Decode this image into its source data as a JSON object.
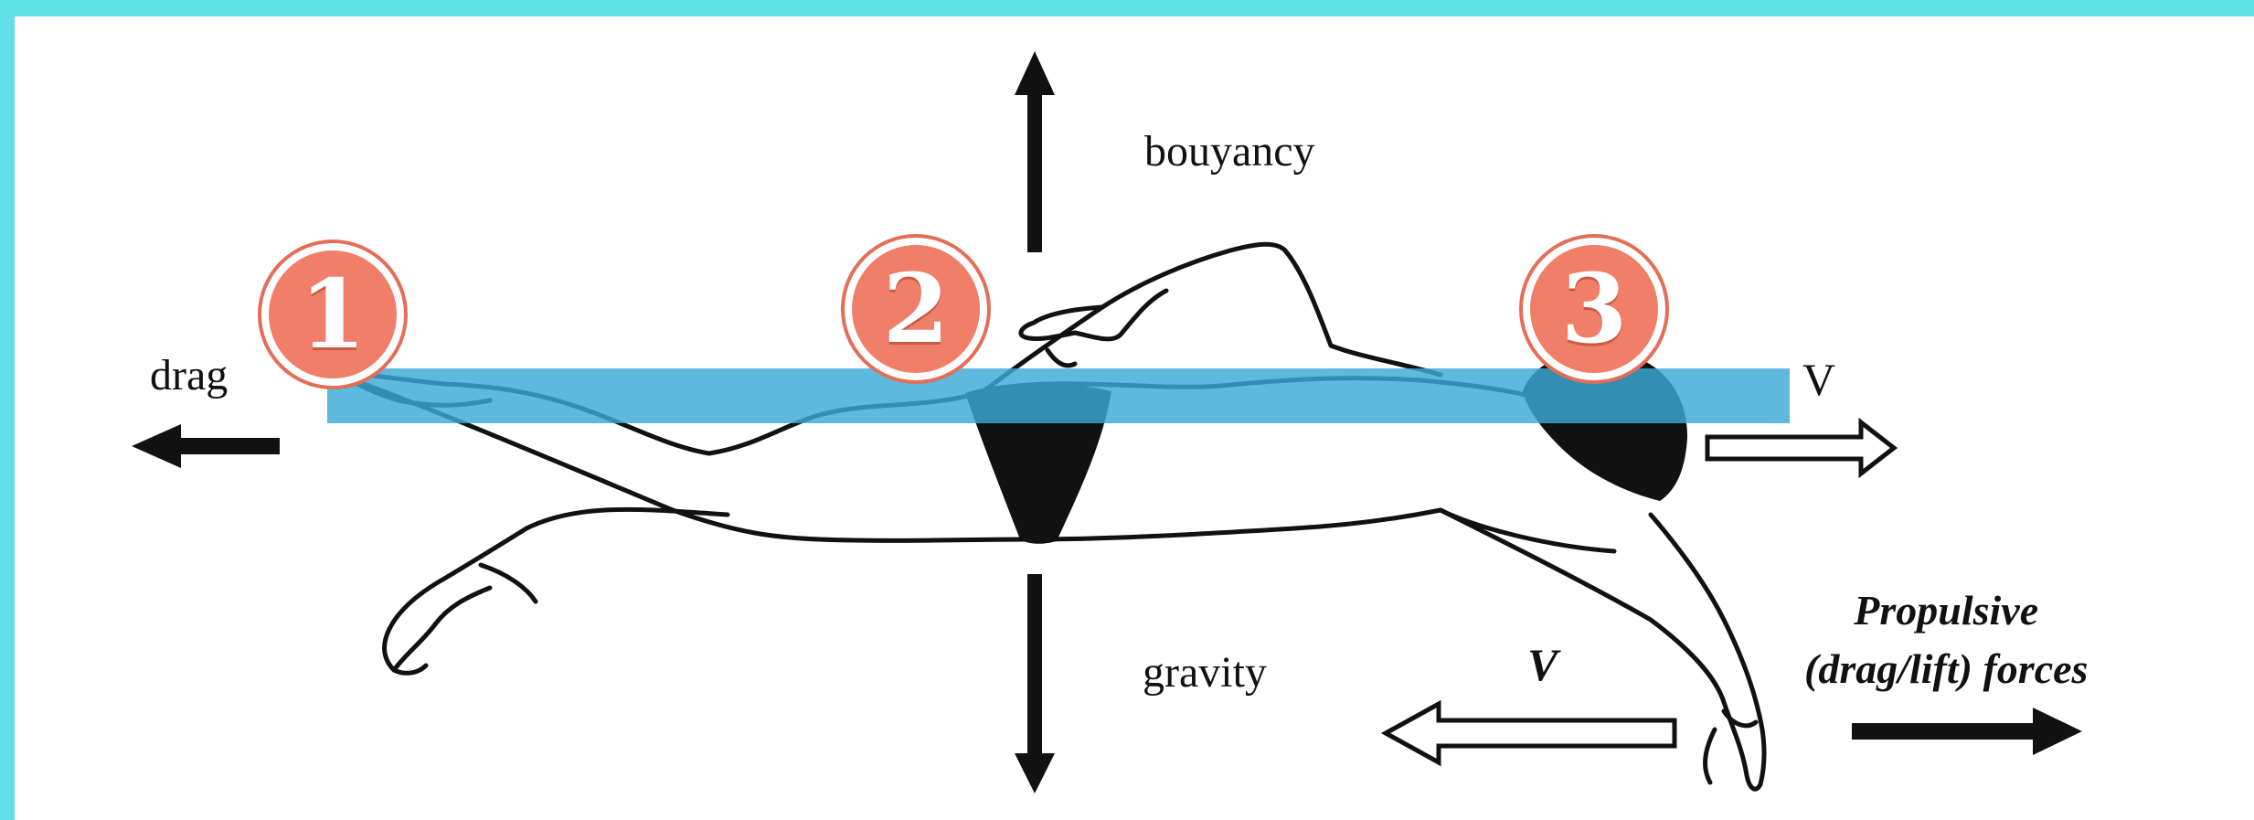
{
  "labels": {
    "bouyancy": "bouyancy",
    "drag": "drag",
    "gravity": "gravity",
    "velocity_right": "V",
    "velocity_left": "V",
    "propulsive_line1": "Propulsive",
    "propulsive_line2": "(drag/lift) forces"
  },
  "badges": [
    "1",
    "2",
    "3"
  ],
  "colors": {
    "background": "#5fe0e6",
    "water_band": "#3aaad6",
    "badge_fill": "#f07e68",
    "ink": "#111111"
  }
}
